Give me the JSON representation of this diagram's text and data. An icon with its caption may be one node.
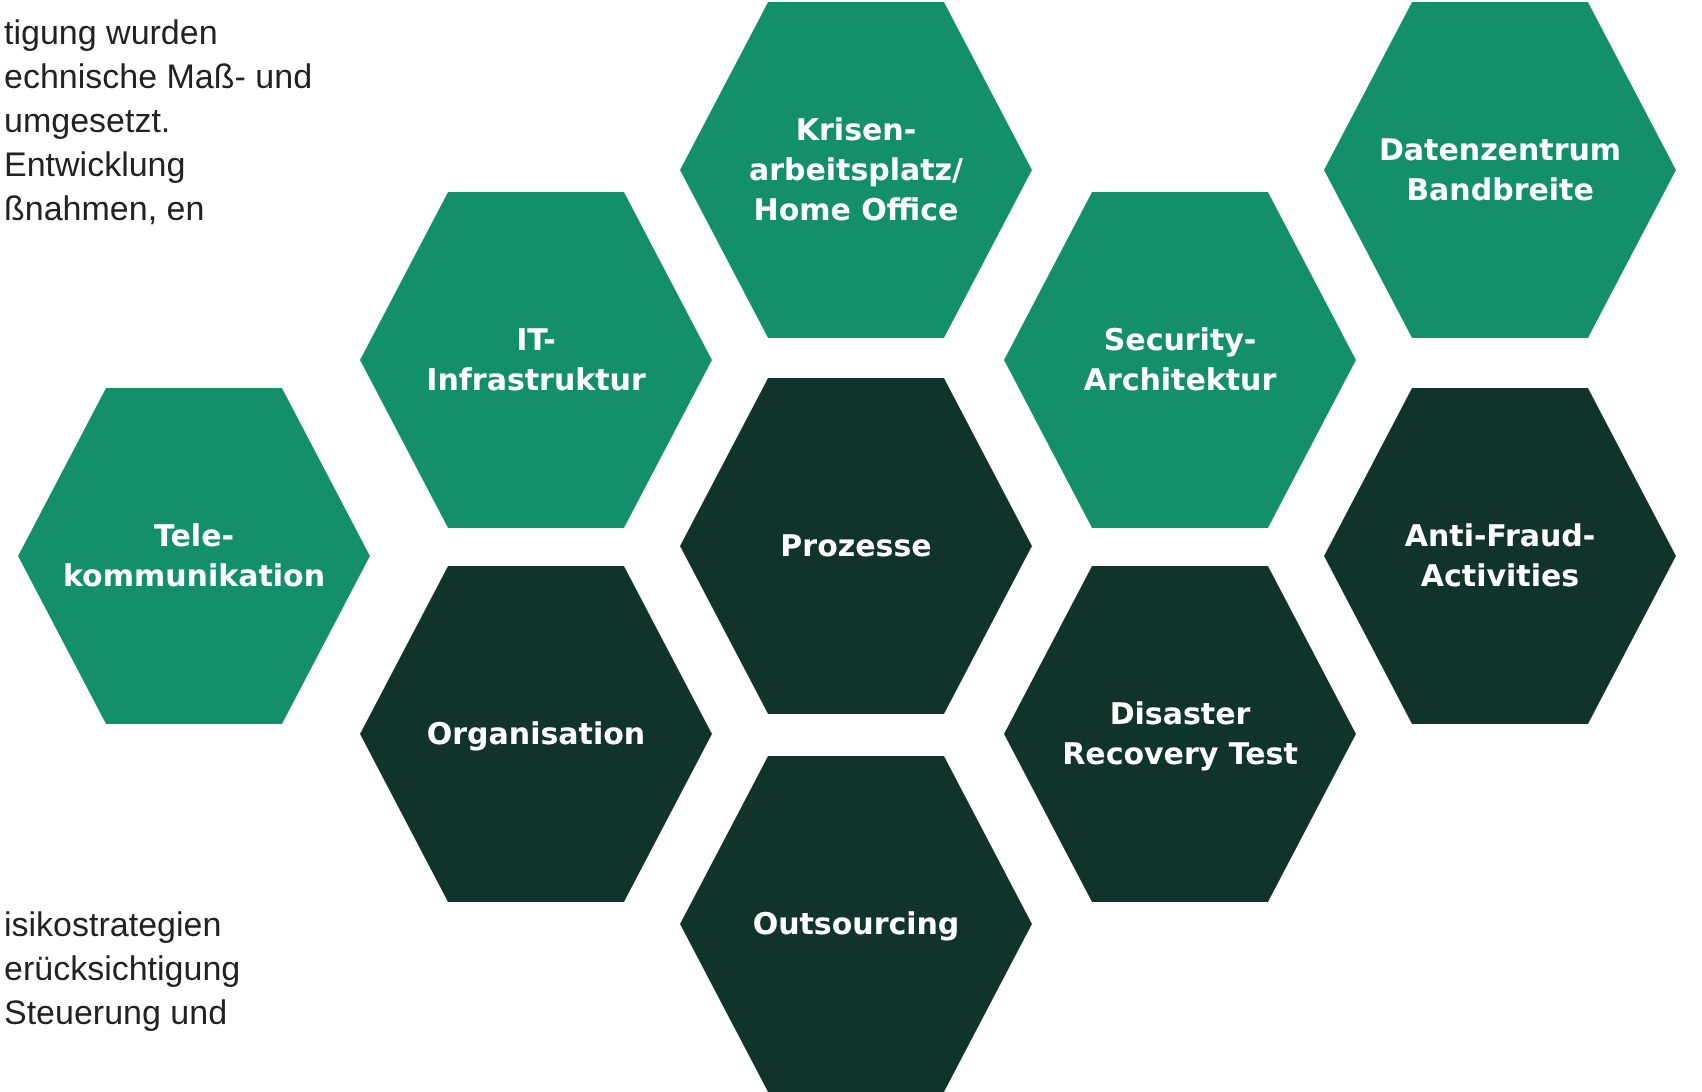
{
  "diagram": {
    "nodes": [
      {
        "text": [
          "Krisen- arbeitsplatz/ Home Office"
        ]
      },
      {
        "text": [
          "Datenzentrum Bandbreite"
        ]
      },
      {
        "text": [
          "IT- Infrastruktur"
        ]
      },
      {
        "text": [
          "Security- Architektur"
        ]
      },
      {
        "text": [
          "Tele- kommunikation"
        ]
      },
      {
        "text": [
          "Prozesse"
        ]
      },
      {
        "text": [
          "Anti-Fraud- Activities"
        ]
      },
      {
        "text": [
          "Organisation"
        ]
      },
      {
        "text": [
          "Disaster Recovery Test"
        ]
      },
      {
        "text": [
          "Outsourcing"
        ]
      }
    ],
    "edges": [],
    "labels": [
      "tigung wurden echnische Maß- und umgesetzt. Entwicklung ßnahmen, en",
      "isikostrategien erücksichtigung Steuerung und"
    ]
  }
}
